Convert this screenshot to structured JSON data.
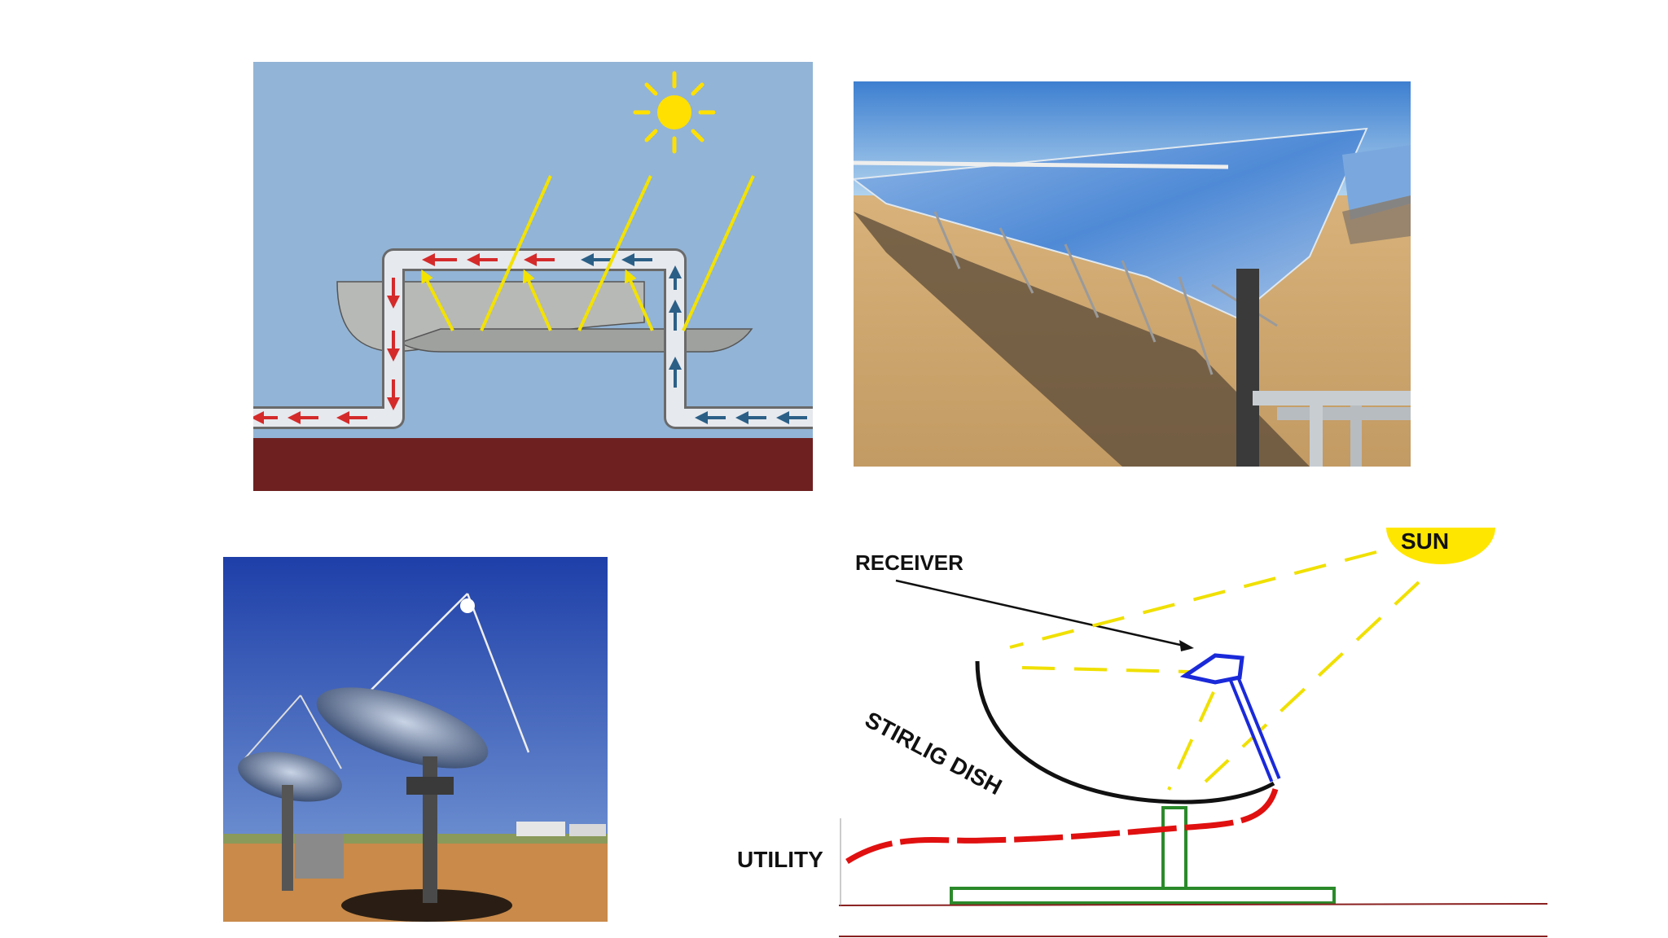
{
  "dish_diagram": {
    "sun_label": "SUN",
    "receiver_label": "RECEIVER",
    "dish_label": "STIRLIG DISH",
    "utility_label": "UTILITY"
  },
  "colors": {
    "sky_diagram": "#92b4d6",
    "ground_diagram": "#6e2020",
    "sun": "#ffe000",
    "hot_flow": "#d42a2a",
    "cold_flow": "#2b5f86",
    "ray": "#f3e200",
    "receiver_stroke": "#1a2ad9",
    "cable": "#e01010",
    "stand": "#2a8a2a",
    "ground_line": "#8a2020"
  },
  "icons": [
    "sun-icon"
  ]
}
